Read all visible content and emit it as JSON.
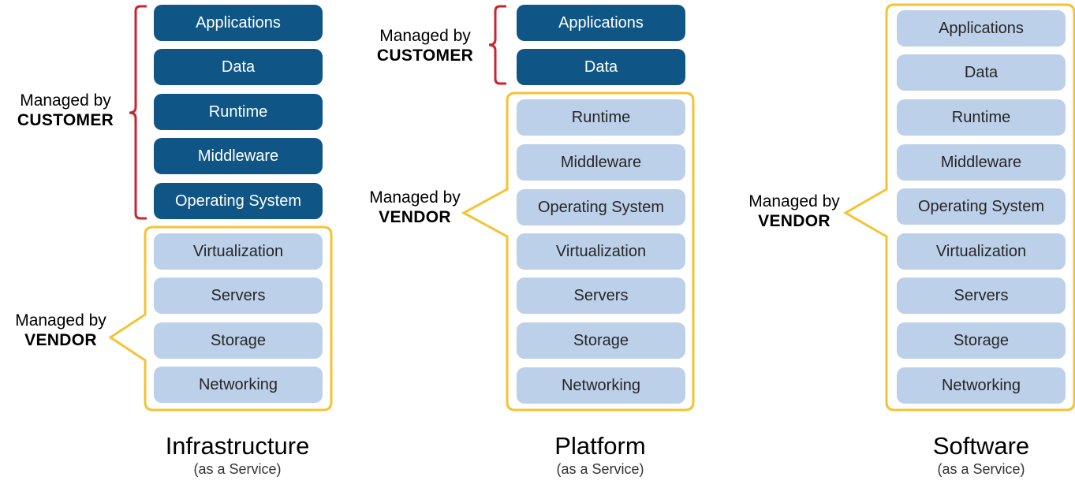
{
  "colors": {
    "customer_box": "#0f5687",
    "vendor_box": "#bcd0ea",
    "customer_bracket": "#c8252c",
    "vendor_callout": "#f5c332"
  },
  "columns": [
    {
      "layers": [
        "Applications",
        "Data",
        "Runtime",
        "Middleware",
        "Operating System",
        "Virtualization",
        "Servers",
        "Storage",
        "Networking"
      ],
      "customer_count": 5,
      "customer_label": {
        "line1": "Managed by",
        "line2": "CUSTOMER"
      },
      "vendor_label": {
        "line1": "Managed by",
        "line2": "VENDOR"
      },
      "title": "Infrastructure",
      "subtitle": "(as a Service)"
    },
    {
      "layers": [
        "Applications",
        "Data",
        "Runtime",
        "Middleware",
        "Operating System",
        "Virtualization",
        "Servers",
        "Storage",
        "Networking"
      ],
      "customer_count": 2,
      "customer_label": {
        "line1": "Managed by",
        "line2": "CUSTOMER"
      },
      "vendor_label": {
        "line1": "Managed by",
        "line2": "VENDOR"
      },
      "title": "Platform",
      "subtitle": "(as a Service)"
    },
    {
      "layers": [
        "Applications",
        "Data",
        "Runtime",
        "Middleware",
        "Operating System",
        "Virtualization",
        "Servers",
        "Storage",
        "Networking"
      ],
      "customer_count": 0,
      "vendor_label": {
        "line1": "Managed by",
        "line2": "VENDOR"
      },
      "title": "Software",
      "subtitle": "(as a Service)"
    }
  ]
}
